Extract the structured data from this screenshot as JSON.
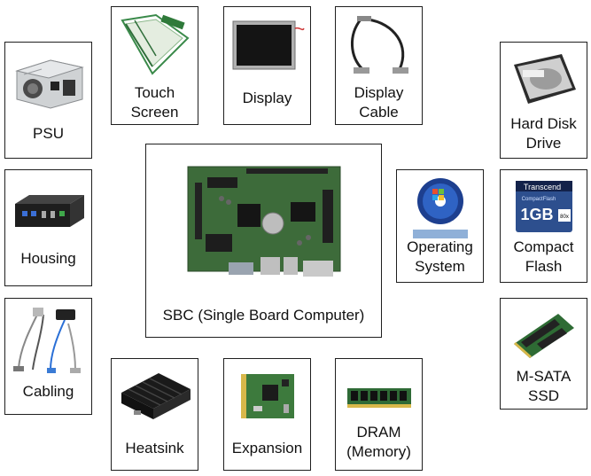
{
  "components": {
    "psu": {
      "lines": [
        "PSU"
      ],
      "icon": "power-supply-icon"
    },
    "housing": {
      "lines": [
        "Housing"
      ],
      "icon": "enclosure-icon"
    },
    "cabling": {
      "lines": [
        "Cabling"
      ],
      "icon": "cable-bundle-icon"
    },
    "touch": {
      "lines": [
        "Touch",
        "Screen"
      ],
      "icon": "touch-panel-icon"
    },
    "display": {
      "lines": [
        "Display"
      ],
      "icon": "lcd-panel-icon"
    },
    "display_cable": {
      "lines": [
        "Display",
        "Cable"
      ],
      "icon": "lvds-cable-icon"
    },
    "hdd": {
      "lines": [
        "Hard Disk",
        "Drive"
      ],
      "icon": "hard-disk-icon"
    },
    "os": {
      "lines": [
        "Operating",
        "System"
      ],
      "icon": "windows-disc-icon"
    },
    "cf": {
      "lines": [
        "Compact",
        "Flash"
      ],
      "icon": "compact-flash-card-icon",
      "card_brand": "Transcend",
      "card_type": "CompactFlash",
      "card_capacity": "1GB",
      "card_speed": "80x"
    },
    "msata": {
      "lines": [
        "M-SATA",
        "SSD"
      ],
      "icon": "msata-ssd-icon"
    },
    "heatsink": {
      "lines": [
        "Heatsink"
      ],
      "icon": "heatsink-icon"
    },
    "expansion": {
      "lines": [
        "Expansion"
      ],
      "icon": "minipcie-card-icon"
    },
    "dram": {
      "lines": [
        "DRAM",
        "(Memory)"
      ],
      "icon": "memory-module-icon"
    },
    "sbc": {
      "lines": [
        "SBC (Single Board Computer)"
      ],
      "icon": "motherboard-icon"
    }
  },
  "colors": {
    "border": "#1f1f1f",
    "pcb_green": "#3d6b3a",
    "text": "#111111"
  }
}
